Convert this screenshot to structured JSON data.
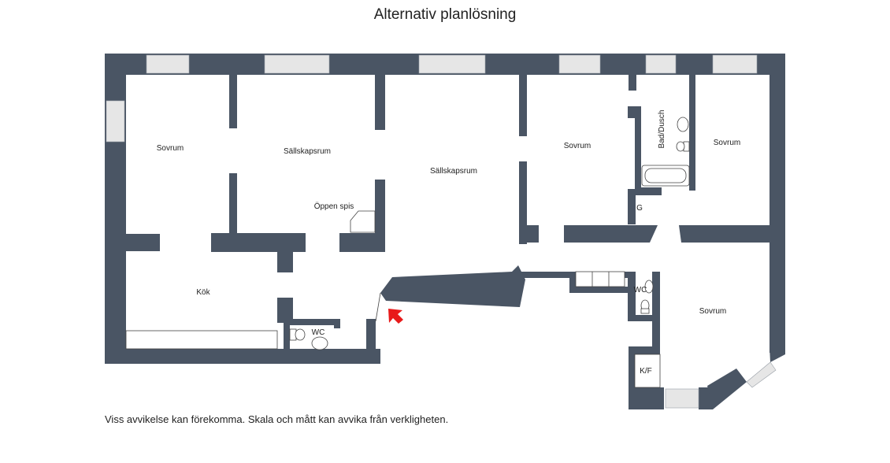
{
  "title": "Alternativ planlösning",
  "rooms": {
    "sovrum_1": "Sovrum",
    "sallskapsrum_1": "Sällskapsrum",
    "sallskapsrum_2": "Sällskapsrum",
    "sovrum_2": "Sovrum",
    "bad_dusch": "Bad/Dusch",
    "sovrum_3": "Sovrum",
    "oppen_spis": "Öppen spis",
    "g": "G",
    "kok": "Kök",
    "wc_1": "WC",
    "wc_2": "WC",
    "sovrum_4": "Sovrum",
    "kf": "K/F"
  },
  "disclaimer": "Viss avvikelse kan förekomma. Skala och mått kan avvika från verkligheten.",
  "colors": {
    "wall": "#4a5564",
    "window": "#e6e6e6",
    "entrance_arrow": "#e81a1a"
  }
}
